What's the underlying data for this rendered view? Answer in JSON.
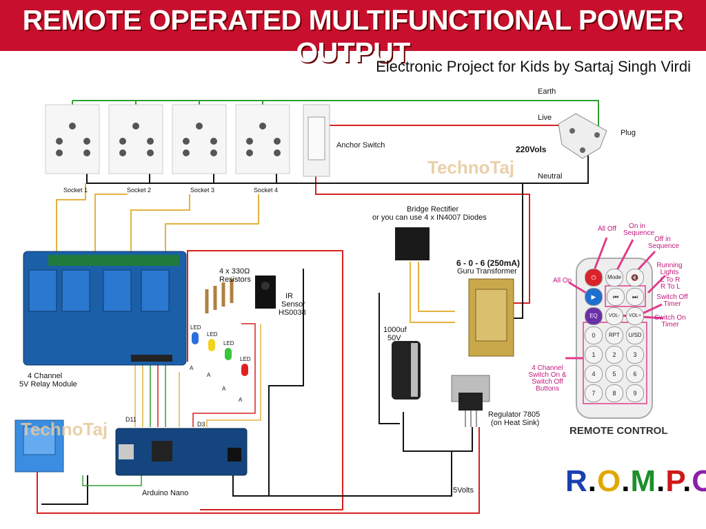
{
  "title": "REMOTE OPERATED MULTIFUNCTIONAL POWER OUTPUT",
  "subtitle": "Electronic Project for Kids by Sartaj Singh Virdi",
  "watermark": "TechnoTaj",
  "mains": {
    "earth": "Earth",
    "live": "Live",
    "neutral": "Neutral",
    "plug": "Plug",
    "voltage": "220Vols",
    "switch": "Anchor Switch"
  },
  "sockets": [
    "Socket 1",
    "Socket 2",
    "Socket 3",
    "Socket 4"
  ],
  "components": {
    "relay_line1": "4 Channel",
    "relay_line2": "5V Relay Module",
    "resistors_line1": "4 x 330Ω",
    "resistors_line2": "Resistors",
    "ir_line1": "IR",
    "ir_line2": "Sensor",
    "ir_line3": "HS0038",
    "rectifier_line1": "Bridge Rectifier",
    "rectifier_line2": "or you can use 4 x IN4007 Diodes",
    "transformer_line1": "6 - 0 - 6 (250mA)",
    "transformer_line2": "Guru Transformer",
    "capacitor_line1": "1000uf",
    "capacitor_line2": "50V",
    "regulator_line1": "Regulator 7805",
    "regulator_line2": "(on Heat Sink)",
    "arduino": "Arduino Nano",
    "five_volts": "5Volts",
    "pin_d11": "D11",
    "pin_d3": "D3",
    "led": "LED",
    "anode": "A"
  },
  "remote": {
    "title": "REMOTE CONTROL",
    "annotations": {
      "all_off": "All Off",
      "on_in_sequence": "On in Sequence",
      "off_in_sequence": "Off in Sequence",
      "running_lights": "Running Lights",
      "l_to_r": "L To R",
      "r_to_l": "R To L",
      "all_on": "All On",
      "switch_off_timer": "Switch Off Timer",
      "switch_on_timer": "Switch On Timer",
      "channel_buttons": "4 Channel Switch On & Switch Off Buttons"
    },
    "buttons": [
      "Mode",
      "VOL-",
      "VOL+",
      "EQ",
      "0",
      "RPT",
      "U/SD",
      "1",
      "2",
      "3",
      "4",
      "5",
      "6",
      "7",
      "8",
      "9"
    ]
  },
  "logo": {
    "letters": [
      "R",
      ".",
      "O",
      ".",
      "M",
      ".",
      "P",
      ".",
      "O",
      "."
    ],
    "colors": [
      "#1a3fb0",
      "#111111",
      "#e0a800",
      "#111111",
      "#1a8f2a",
      "#111111",
      "#d01818",
      "#111111",
      "#8a1fa8",
      "#111111"
    ]
  },
  "colors": {
    "banner": "#c8102e",
    "earth_wire": "#2e9e2e",
    "live_wire": "#d61f1f",
    "signal_wire": "#e3b23c",
    "relay_board": "#1b5fa8",
    "arduino_board": "#15457e"
  }
}
